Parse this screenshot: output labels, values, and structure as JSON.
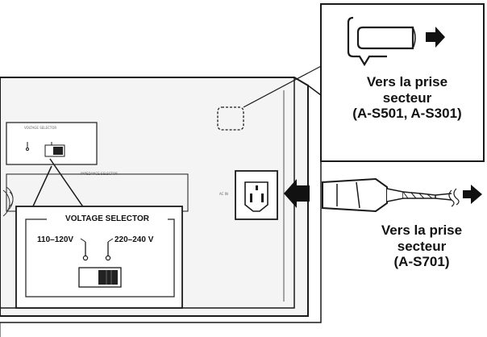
{
  "zoom": {
    "title": "VOLTAGE SELECTOR",
    "option_left": "110–120V",
    "option_right": "220–240 V"
  },
  "panel": {
    "small_voltage_title": "VOLTAGE SELECTOR",
    "impedance_title": "IMPEDANCE SELECTOR",
    "ac_in_label": "AC IN"
  },
  "labels": {
    "top": [
      "Vers la prise",
      "secteur",
      "(A-S501, A-S301)"
    ],
    "bottom": [
      "Vers la prise",
      "secteur",
      "(A-S701)"
    ]
  },
  "colors": {
    "line": "#1a1a1a",
    "panel": "#f2f2f2",
    "dark": "#222222"
  }
}
